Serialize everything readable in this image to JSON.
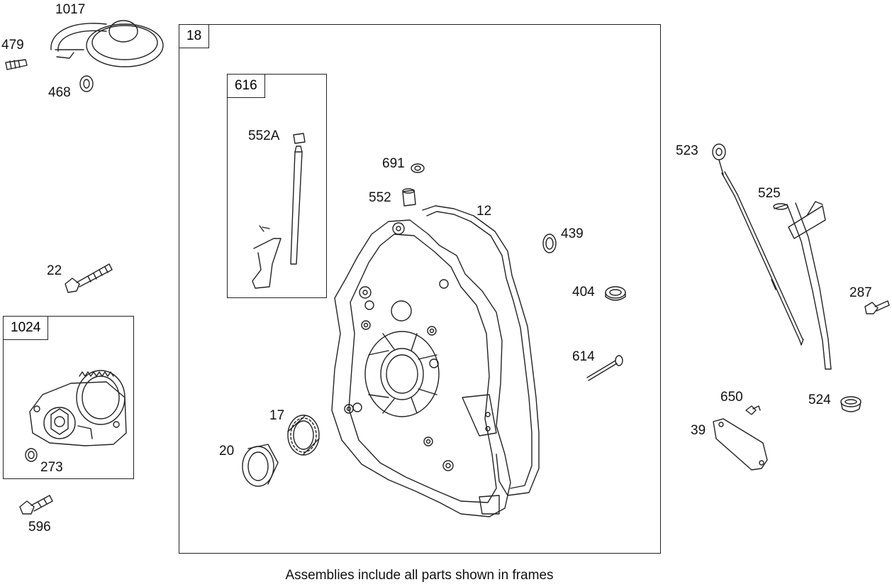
{
  "frames": {
    "f18": "18",
    "f616": "616",
    "f1024": "1024"
  },
  "parts": {
    "p1017": "1017",
    "p479": "479",
    "p468": "468",
    "p22": "22",
    "p273": "273",
    "p596": "596",
    "p552a": "552A",
    "p691": "691",
    "p552": "552",
    "p12": "12",
    "p439": "439",
    "p404": "404",
    "p614": "614",
    "p17": "17",
    "p20": "20",
    "p523": "523",
    "p525": "525",
    "p287": "287",
    "p650": "650",
    "p524": "524",
    "p39": "39"
  },
  "caption": "Assemblies include all parts shown in frames"
}
